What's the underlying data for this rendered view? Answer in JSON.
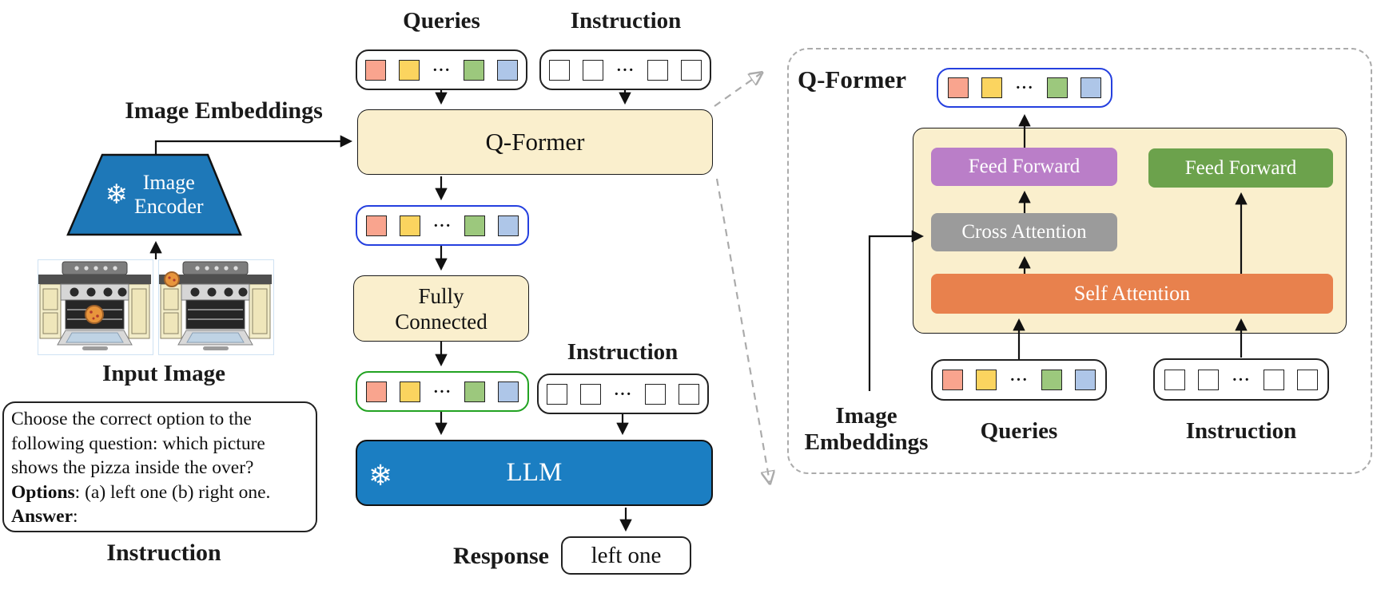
{
  "colors": {
    "cream": "#FAEFCD",
    "frozen_blue": "#1B7EC2",
    "purple": "#BA7EC8",
    "green_ff": "#6CA24C",
    "gray_attn": "#9B9B9B",
    "orange_attn": "#E8814D",
    "token_salmon": "#F9A48E",
    "token_yellow": "#FBD45F",
    "token_green": "#9CC87D",
    "token_blue": "#AEC6E8",
    "blue_border": "#2540DF",
    "green_border": "#22A322",
    "dash_gray": "#ABABAB"
  },
  "tokens": {
    "dots": "···",
    "colored": [
      "#F9A48E",
      "#FBD45F",
      "dots",
      "#9CC87D",
      "#AEC6E8"
    ],
    "white": [
      "#FFFFFF",
      "#FFFFFF",
      "dots",
      "#FFFFFF",
      "#FFFFFF"
    ]
  },
  "left": {
    "image_embeddings_label": "Image Embeddings",
    "encoder": {
      "snowflake": "❄",
      "line1": "Image",
      "line2": "Encoder"
    },
    "input_image_label": "Input Image",
    "instruction_box": {
      "line1": "Choose the correct option to the",
      "line2": "following question: which picture",
      "line3": "shows the pizza inside the over?",
      "options_label": "Options",
      "options_rest": ": (a) left one (b) right one.",
      "answer_label": "Answer",
      "answer_rest": ":"
    },
    "instruction_label": "Instruction"
  },
  "middle": {
    "queries_label": "Queries",
    "instruction_label_top": "Instruction",
    "qformer_label": "Q-Former",
    "fully_connected_line1": "Fully",
    "fully_connected_line2": "Connected",
    "instruction_label_mid": "Instruction",
    "llm": {
      "snowflake": "❄",
      "label": "LLM"
    },
    "response_label": "Response",
    "response_value": "left one"
  },
  "panel": {
    "title": "Q-Former",
    "feed_forward_left": "Feed Forward",
    "feed_forward_right": "Feed Forward",
    "cross_attention": "Cross Attention",
    "self_attention": "Self Attention",
    "image_embeddings_line1": "Image",
    "image_embeddings_line2": "Embeddings",
    "queries_label": "Queries",
    "instruction_label": "Instruction"
  }
}
